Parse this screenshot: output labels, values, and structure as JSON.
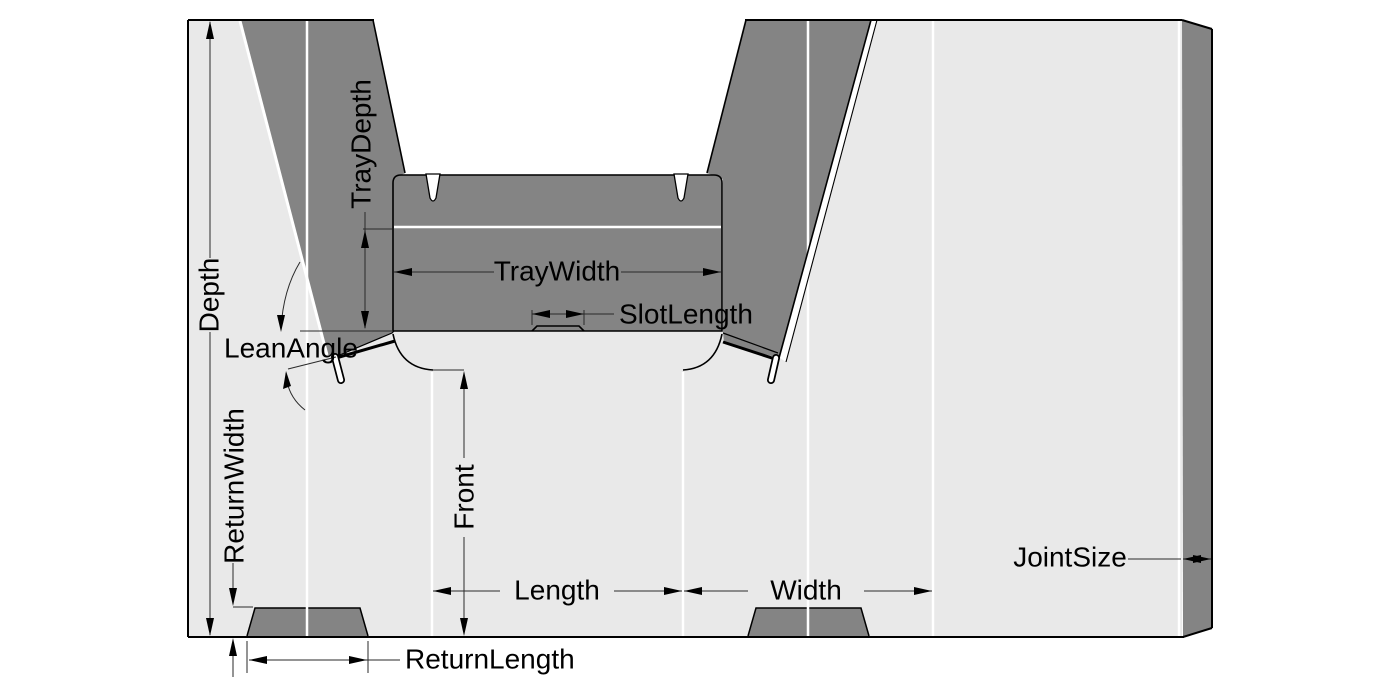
{
  "diagram": {
    "kind": "box-die-cut-template-drawing",
    "colors": {
      "background": "#ffffff",
      "panel_light": "#e9e9e9",
      "panel_dark": "#848484",
      "cut_line": "#000000",
      "crease_line": "#ffffff",
      "dimension_line": "#2a2a2a"
    },
    "dimension_labels": {
      "depth": "Depth",
      "tray_depth": "TrayDepth",
      "tray_width": "TrayWidth",
      "slot_length": "SlotLength",
      "lean_angle": "LeanAngle",
      "return_width": "ReturnWidth",
      "front": "Front",
      "length": "Length",
      "width": "Width",
      "return_length": "ReturnLength",
      "joint_size": "JointSize"
    }
  }
}
